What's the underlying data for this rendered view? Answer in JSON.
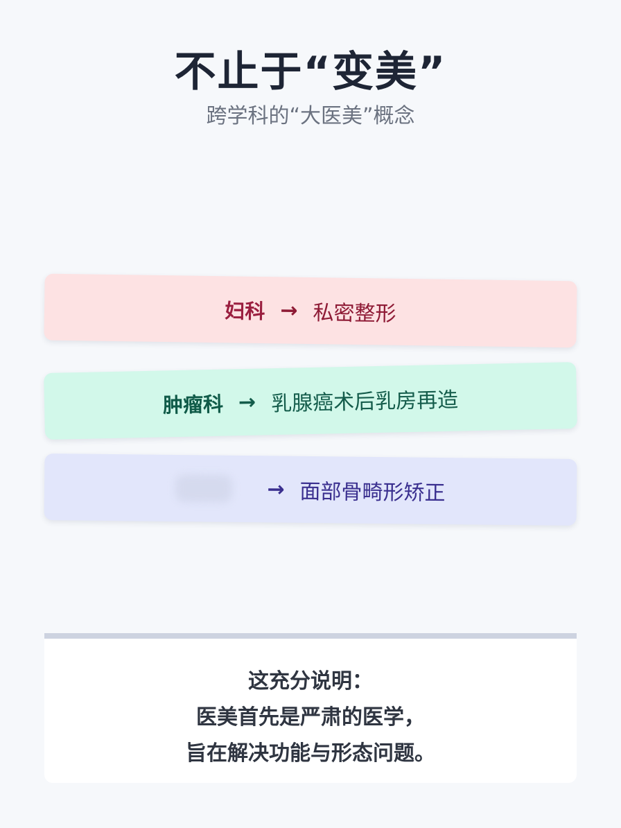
{
  "header": {
    "title": "不止于“变美”",
    "subtitle": "跨学科的“大医美”概念"
  },
  "cards": [
    {
      "dept": "妇科",
      "arrow": "→",
      "result": "私密整形",
      "color": "#fde2e3"
    },
    {
      "dept": "肿瘤科",
      "arrow": "→",
      "result": "乳腺癌术后乳房再造",
      "color": "#d2f8ea"
    },
    {
      "dept": "",
      "arrow": "→",
      "result": "面部骨畸形矫正",
      "color": "#e2e6fb"
    }
  ],
  "summary": {
    "line1": "这充分说明：",
    "line2": "医美首先是严肃的医学，",
    "line3": "旨在解决功能与形态问题。"
  }
}
